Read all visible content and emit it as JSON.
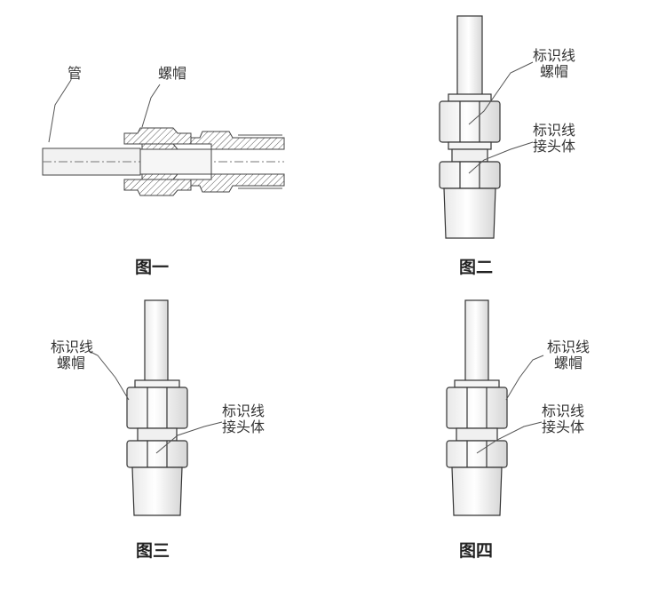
{
  "figures": {
    "fig1": {
      "caption": "图一",
      "labels": {
        "pipe": "管",
        "nut": "螺帽"
      }
    },
    "fig2": {
      "caption": "图二",
      "nut_mark": [
        "标识线",
        "螺帽"
      ],
      "body_mark": [
        "标识线",
        "接头体"
      ]
    },
    "fig3": {
      "caption": "图三",
      "nut_mark": [
        "标识线",
        "螺帽"
      ],
      "body_mark": [
        "标识线",
        "接头体"
      ]
    },
    "fig4": {
      "caption": "图四",
      "nut_mark": [
        "标识线",
        "螺帽"
      ],
      "body_mark": [
        "标识线",
        "接头体"
      ]
    }
  }
}
